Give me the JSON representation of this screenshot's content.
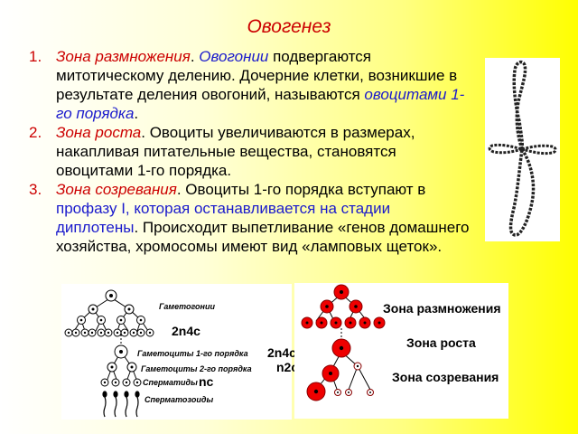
{
  "title": "Овогенез",
  "items": [
    {
      "num": "1.",
      "zone": "Зона размножения",
      "dot": ". ",
      "term": "Овогонии",
      "text1": "  подвергаются митотическому делению. Дочерние клетки, возникшие в результате деления овогоний, называются ",
      "term2": "овоцитами 1-го порядка",
      "end": "."
    },
    {
      "num": "2.",
      "zone": "Зона роста",
      "text1": ". Овоциты увеличиваются в размерах, накапливая питательные вещества, становятся овоцитами 1-го порядка."
    },
    {
      "num": "3.",
      "zone": "Зона созревания",
      "text1": ". Овоциты 1-го порядка вступают в ",
      "term": "профазу I, которая останавливается на стадии диплотены",
      "text2": ". Происходит выпетливание «генов домашнего хозяйства, хромосомы имеют вид «ламповых щеток»."
    }
  ],
  "left_diagram": {
    "labels": {
      "gametogonia": "Гаметогонии",
      "gametocytes1": "Гаметоциты 1-го порядка",
      "gametocytes2": "Гаметоциты 2-го порядка",
      "spermatids": "Сперматиды",
      "spermatozoa": "Сперматозоиды"
    },
    "ploidy": {
      "p1": "2n4c",
      "p2": "2n4c",
      "p3": "n2c",
      "p4": "nc"
    }
  },
  "right_diagram": {
    "zones": {
      "multiplication": "Зона размножения",
      "growth": "Зона роста",
      "maturation": "Зона созревания"
    }
  },
  "colors": {
    "title": "#cc0000",
    "term": "#1a1acc",
    "cell_red": "#ee0000"
  }
}
